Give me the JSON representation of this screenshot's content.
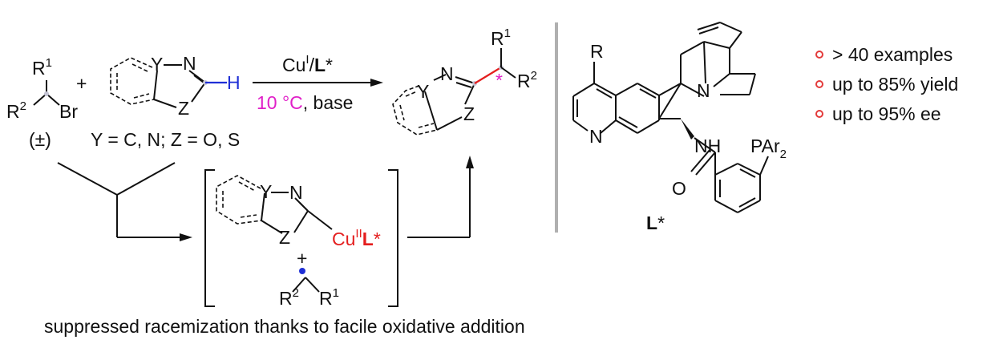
{
  "reactant1": {
    "r1": "R",
    "r1_sup": "1",
    "r2": "R",
    "r2_sup": "2",
    "br": "Br",
    "racemic": "(±)"
  },
  "plus": "+",
  "heterocycle": {
    "y": "Y",
    "n": "N",
    "z": "Z",
    "h": "H",
    "definition": "Y = C, N; Z = O, S"
  },
  "conditions": {
    "cu": "Cu",
    "cu_sup": "I",
    "slash": "/",
    "ligand": "L",
    "star": "*",
    "temperature": "10 °C",
    "base": ", base"
  },
  "product": {
    "n": "N",
    "y": "Y",
    "z": "Z",
    "r1": "R",
    "r1_sup": "1",
    "r2": "R",
    "r2_sup": "2",
    "stereo_star": "*"
  },
  "intermediate": {
    "y": "Y",
    "n": "N",
    "z": "Z",
    "cu": "Cu",
    "cu_sup": "II",
    "ligand": "L",
    "star": "*",
    "plus": "+",
    "r2": "R",
    "r2_sup": "2",
    "r1": "R",
    "r1_sup": "1"
  },
  "caption": "suppressed racemization thanks to facile oxidative addition",
  "ligand_structure": {
    "r": "R",
    "n_quinoline": "N",
    "n_quinuclidine": "N",
    "nh": "NH",
    "o": "O",
    "par": "PAr",
    "par_sub": "2",
    "label": "L",
    "label_star": "*"
  },
  "highlights": [
    "> 40 examples",
    "up to 85% yield",
    "up to 95% ee"
  ],
  "colors": {
    "text": "#111111",
    "magenta": "#e020c8",
    "red": "#e41e1e",
    "blue": "#1f2fd6",
    "bullet": "#e33b3b",
    "divider": "#b0b0b0"
  }
}
